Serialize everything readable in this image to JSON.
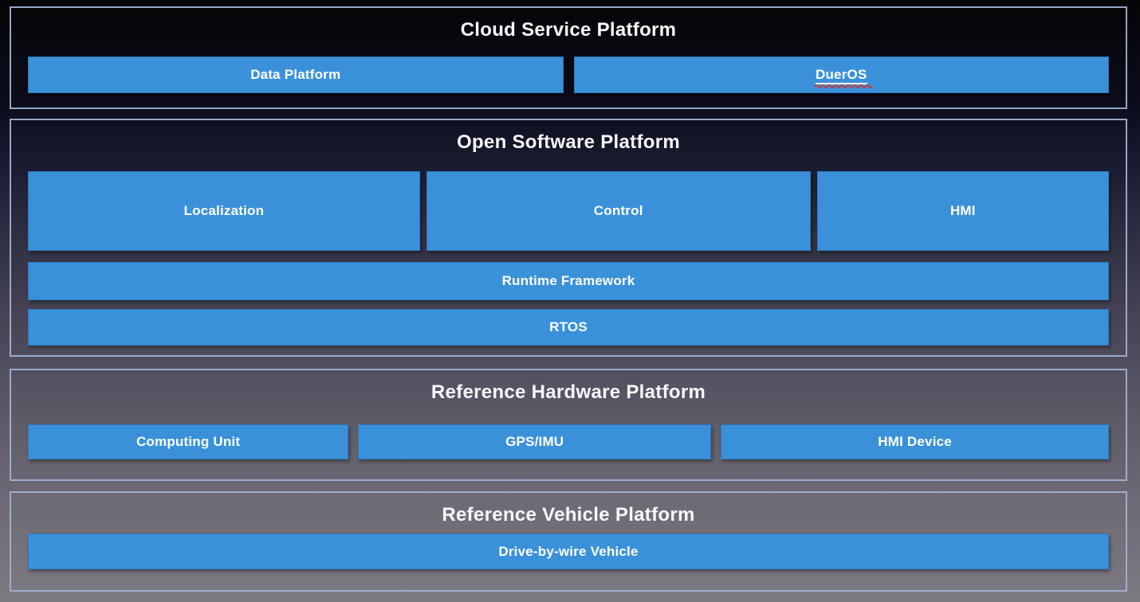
{
  "colors": {
    "box_blue": "#3a91da",
    "section_border": "#9fb3d6",
    "squiggle_red": "#d92b1e",
    "text": "#ffffff"
  },
  "sections": [
    {
      "title": "Cloud Service Platform",
      "rows": [
        {
          "boxes": [
            {
              "label": "Data Platform"
            },
            {
              "label": "DuerOS"
            }
          ]
        }
      ]
    },
    {
      "title": "Open Software Platform",
      "rows": [
        {
          "boxes": [
            {
              "label": "Localization"
            },
            {
              "label": "Control"
            },
            {
              "label": "HMI"
            }
          ]
        },
        {
          "boxes": [
            {
              "label": "Runtime Framework"
            }
          ]
        },
        {
          "boxes": [
            {
              "label": "RTOS"
            }
          ]
        }
      ]
    },
    {
      "title": "Reference Hardware Platform",
      "rows": [
        {
          "boxes": [
            {
              "label": "Computing Unit"
            },
            {
              "label": "GPS/IMU"
            },
            {
              "label": "HMI Device"
            }
          ]
        }
      ]
    },
    {
      "title": "Reference Vehicle Platform",
      "rows": [
        {
          "boxes": [
            {
              "label": "Drive-by-wire Vehicle"
            }
          ]
        }
      ]
    }
  ]
}
